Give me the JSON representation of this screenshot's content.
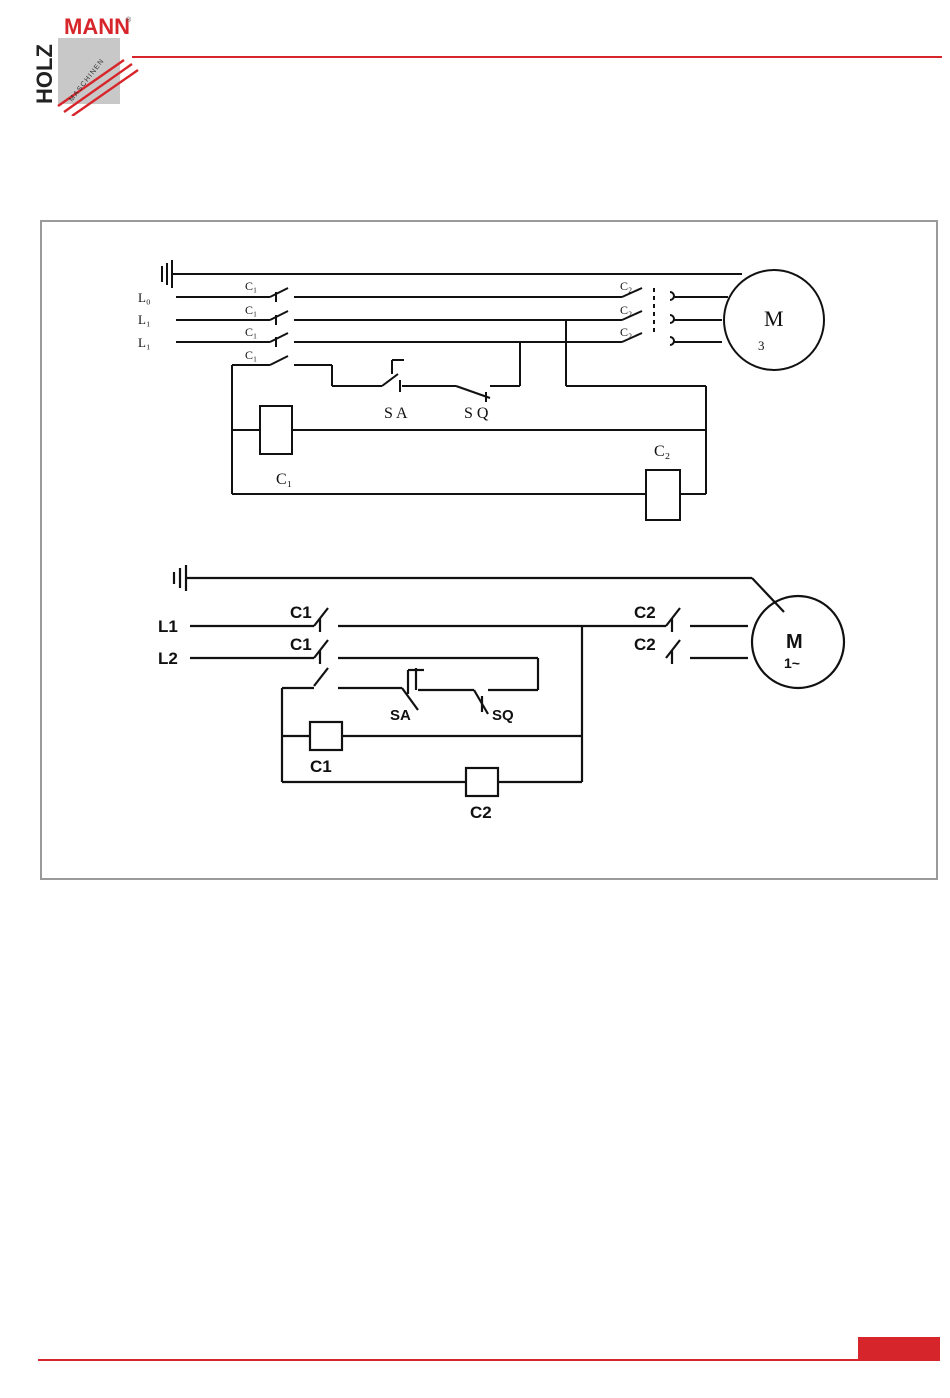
{
  "brand": {
    "top": "MANN",
    "registered": "®",
    "side": "HOLZ",
    "sub": "MASCHINEN",
    "accent_color": "#d7262b",
    "gray_color": "#c8c8c8"
  },
  "diagram_three_phase": {
    "lines": [
      "L₀",
      "L₁",
      "L₁"
    ],
    "contacts_left": [
      "C₁",
      "C₁",
      "C₁",
      "C₁"
    ],
    "contacts_right": [
      "C₂",
      "C₂",
      "C₂"
    ],
    "switch_sa": "S A",
    "switch_sq": "S Q",
    "coil_1": "C₁",
    "coil_2": "C₂",
    "motor": "M",
    "motor_phase": "3"
  },
  "diagram_single_phase": {
    "lines": [
      "L1",
      "L2"
    ],
    "contacts_left": [
      "C1",
      "C1"
    ],
    "contacts_right": [
      "C2",
      "C2"
    ],
    "switch_sa": "SA",
    "switch_sq": "SQ",
    "coil_1": "C1",
    "coil_2": "C2",
    "motor": "M",
    "motor_phase": "1~"
  }
}
